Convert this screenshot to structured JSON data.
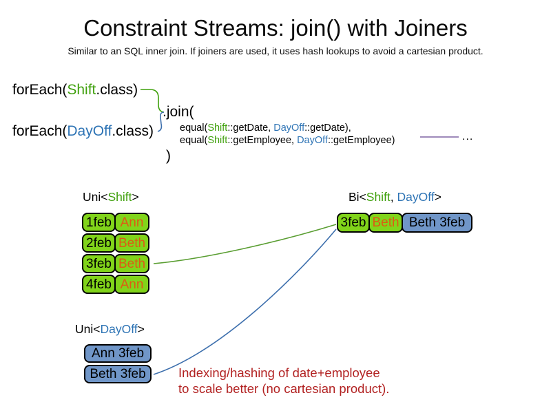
{
  "title": "Constraint Streams: join() with Joiners",
  "subtitle": "Similar to an SQL inner join. If joiners are used, it uses hash lookups to avoid a cartesian product.",
  "code": {
    "foreach_shift": {
      "fn": "forEach(",
      "cls": "Shift",
      "rest": ".class)"
    },
    "foreach_dayoff": {
      "fn": "forEach(",
      "cls": "DayOff",
      "rest": ".class)"
    },
    "join_open": ".join(",
    "joiner_date": {
      "fn": "equal(",
      "left_cls": "Shift",
      "left_rest": "::getDate, ",
      "right_cls": "DayOff",
      "right_rest": "::getDate),"
    },
    "joiner_employee": {
      "fn": "equal(",
      "left_cls": "Shift",
      "left_rest": "::getEmployee, ",
      "right_cls": "DayOff",
      "right_rest": "::getEmployee)"
    },
    "join_close": ")",
    "ellipsis": "..."
  },
  "uni_shift": {
    "label": {
      "prefix": "Uni<",
      "cls": "Shift",
      "suffix": ">"
    },
    "rows": [
      {
        "date": "1feb",
        "employee": "Ann"
      },
      {
        "date": "2feb",
        "employee": "Beth"
      },
      {
        "date": "3feb",
        "employee": "Beth"
      },
      {
        "date": "4feb",
        "employee": "Ann"
      }
    ]
  },
  "bi": {
    "label": {
      "prefix": "Bi<",
      "cls1": "Shift",
      "sep": ", ",
      "cls2": "DayOff",
      "suffix": ">"
    },
    "row": {
      "date": "3feb",
      "employee": "Beth",
      "dayoff": "Beth 3feb"
    }
  },
  "uni_dayoff": {
    "label": {
      "prefix": "Uni<",
      "cls": "DayOff",
      "suffix": ">"
    },
    "rows": [
      {
        "value": "Ann 3feb"
      },
      {
        "value": "Beth 3feb"
      }
    ]
  },
  "note": {
    "line1": "Indexing/hashing of date+employee",
    "line2": "to scale better (no cartesian product)."
  },
  "colors": {
    "shift_green": "#3fa00c",
    "dayoff_blue": "#2e74b5",
    "connector_green": "#5a9e32",
    "connector_blue": "#3d6fad",
    "connector_purple": "#7e63a4",
    "cell_green": "#81d41a",
    "cell_blue": "#7096c8",
    "employee_orange": "#dd5b14",
    "note_red": "#b22222"
  }
}
